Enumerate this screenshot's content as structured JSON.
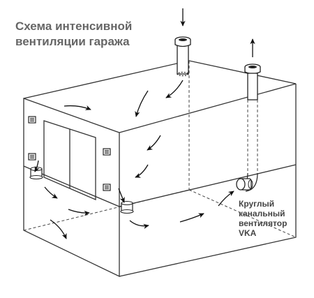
{
  "title": {
    "line1": "Схема интенсивной",
    "line2": "вентиляции гаража"
  },
  "fan_label": {
    "line1": "Круглый",
    "line2": "канальный",
    "line3": "вентилятор",
    "line4": "VKA"
  },
  "icons": {
    "intake_pipe": "intake-pipe-icon",
    "exhaust_pipe": "exhaust-pipe-icon",
    "duct_fan": "duct-fan-icon",
    "vent_grille": "vent-grille-icon",
    "airflow_arrow": "airflow-arrow-icon"
  },
  "colors": {
    "lines": "#333333",
    "title_text": "#666666",
    "label_text": "#444444",
    "background": "#ffffff"
  }
}
